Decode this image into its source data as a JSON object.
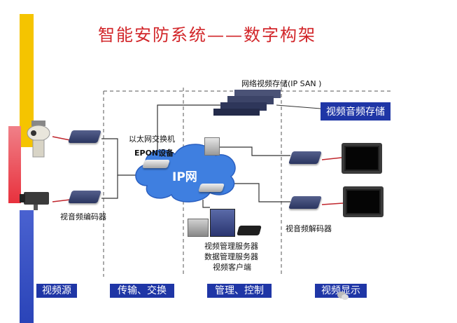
{
  "title": "智能安防系统——数字构架",
  "labels": {
    "ip_san": "网络视频存储(IP SAN )",
    "video_audio_storage": "视频音频存储",
    "ethernet_switch": "以太网交换机",
    "epon_device": "EPON设备",
    "ip_network": "IP网",
    "encoder": "视音频编码器",
    "decoder": "视音频解码器",
    "servers": [
      "视频管理服务器",
      "数据管理服务器",
      "视频客户端"
    ]
  },
  "bottom_bar": [
    "视频源",
    "传输、交换",
    "管理、控制",
    "视频显示"
  ],
  "colors": {
    "title": "#d2262a",
    "accent_blue": "#1f36a6",
    "left_bar_yellow": "#f5c400",
    "left_bar_red": "#e8313d",
    "left_bar_blue": "#2a44b8",
    "network_cloud": "#3f7fe0"
  },
  "icons": [
    "camera-dome-icon",
    "camera-box-icon",
    "encoder-device-icon",
    "switch-device-icon",
    "storage-array-icon",
    "monitor-icon",
    "server-icon",
    "keyboard-controller-icon",
    "wechat-icon"
  ]
}
